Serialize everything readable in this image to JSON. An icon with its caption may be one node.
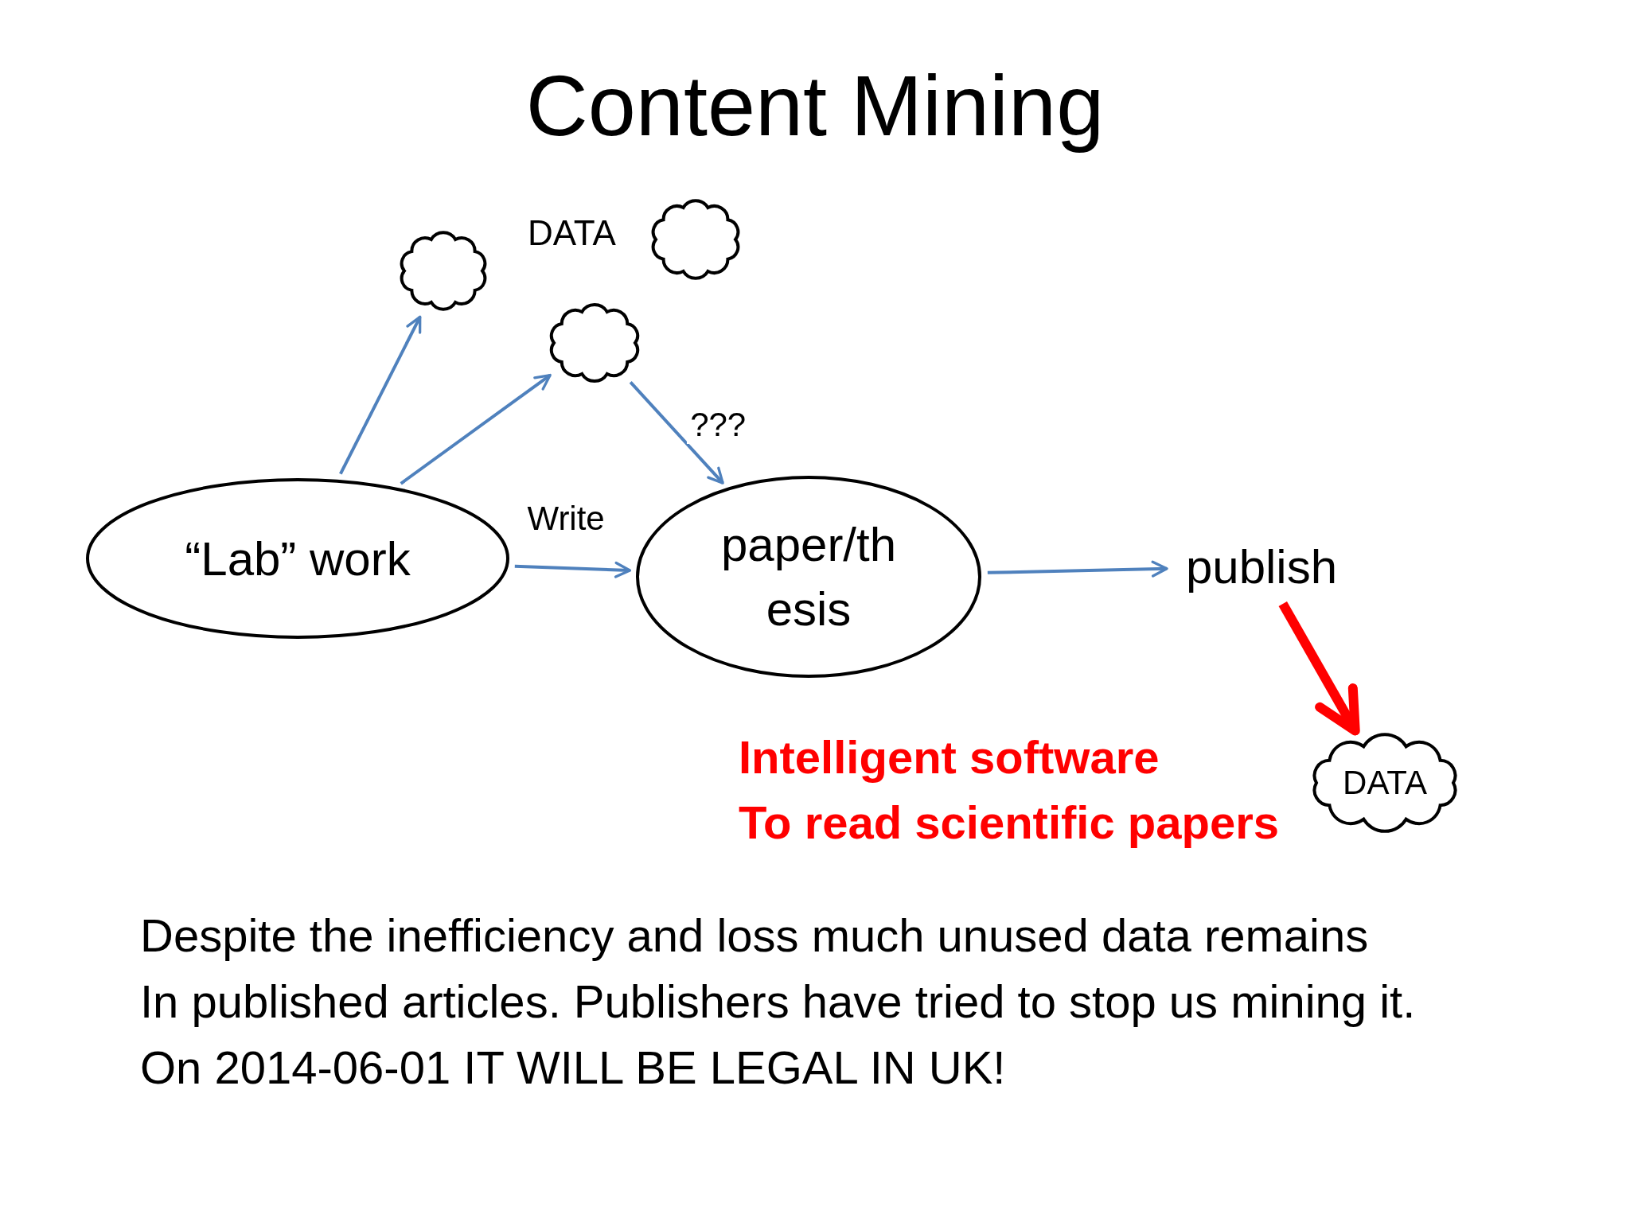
{
  "diagram": {
    "title": "Content Mining",
    "nodes": [
      {
        "text": [],
        "shape": "cloud"
      },
      {
        "text": [],
        "shape": "cloud"
      },
      {
        "text": [],
        "shape": "cloud"
      },
      {
        "text": [
          "“Lab” work"
        ]
      },
      {
        "text": [
          "paper/th esis"
        ]
      },
      {
        "text": [
          "publish"
        ]
      },
      {
        "text": [
          "DATA"
        ]
      }
    ],
    "edges": [
      {
        "from": 3,
        "to": 0,
        "arrow": "to"
      },
      {
        "from": 3,
        "to": 2,
        "arrow": "to"
      },
      {
        "from": 2,
        "to": 4,
        "arrow": "to",
        "label": "???"
      },
      {
        "from": 3,
        "to": 4,
        "arrow": "to",
        "label": "Write"
      },
      {
        "from": 4,
        "to": 5,
        "arrow": "to"
      },
      {
        "from": 5,
        "to": 6,
        "arrow": "to",
        "style": "thick",
        "color": "#ff0000"
      }
    ],
    "labels": [
      "DATA",
      "Intelligent software",
      "To read scientific papers",
      "Despite the inefficiency and loss much unused data remains",
      "In published articles. Publishers have tried to stop us mining it.",
      "On 2014-06-01 IT WILL BE LEGAL IN UK!"
    ]
  }
}
